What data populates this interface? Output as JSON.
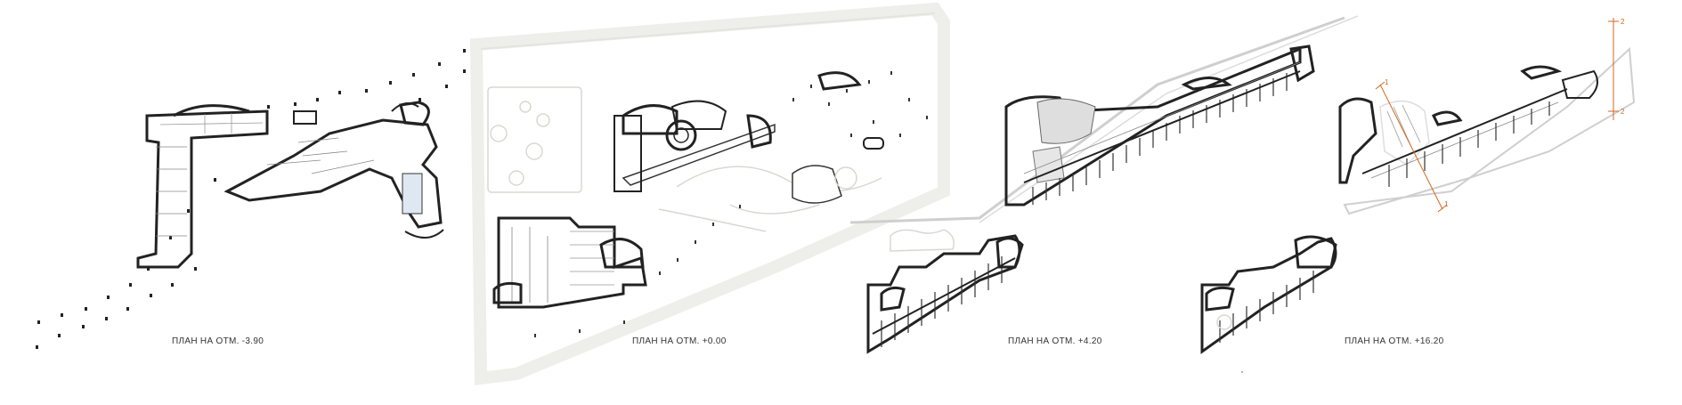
{
  "colors": {
    "background": "#ffffff",
    "wall": "#222222",
    "site": "#eeeeea",
    "section_line": "#d2691e",
    "pool": "#dfe8f2"
  },
  "plans": [
    {
      "caption": "ПЛАН НА ОТМ. -3.90"
    },
    {
      "caption": "ПЛАН НА ОТМ. +0.00"
    },
    {
      "caption": "ПЛАН НА ОТМ. +4.20"
    },
    {
      "caption": "ПЛАН НА ОТМ. +16.20"
    }
  ],
  "section_marks": {
    "a": "1",
    "b": "2"
  }
}
